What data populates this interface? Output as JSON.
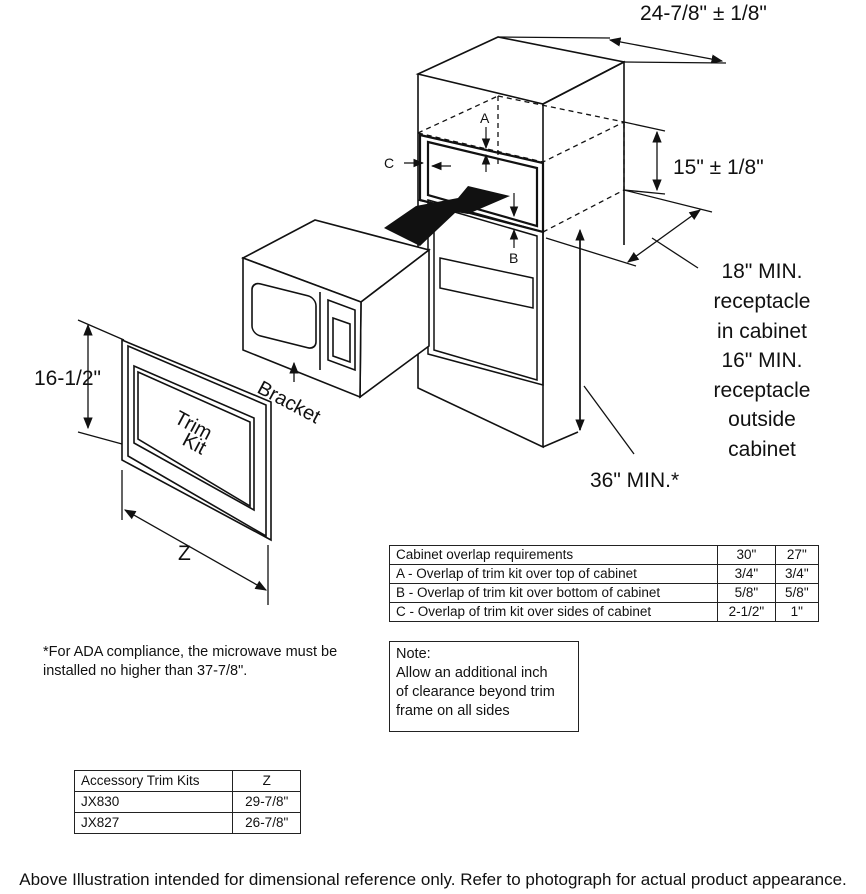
{
  "dimensions": {
    "cabinet_depth": "24-7/8\" ± 1/8\"",
    "opening_height": "15\" ± 1/8\"",
    "receptacle_note": [
      "18\" MIN.",
      "receptacle",
      "in cabinet",
      "16\" MIN.",
      "receptacle",
      "outside",
      "cabinet"
    ],
    "floor_height": "36\" MIN.*",
    "trim_height": "16-1/2\"",
    "trim_width": "Z"
  },
  "callouts": {
    "a": "A",
    "b": "B",
    "c": "C",
    "bracket": "Bracket",
    "trim_kit_line1": "Trim",
    "trim_kit_line2": "Kit"
  },
  "overlap_table": {
    "header": [
      "Cabinet overlap requirements",
      "30\"",
      "27\""
    ],
    "rows": [
      [
        "A - Overlap of trim kit over top of cabinet",
        "3/4\"",
        "3/4\""
      ],
      [
        "B - Overlap of trim kit over bottom of cabinet",
        "5/8\"",
        "5/8\""
      ],
      [
        "C - Overlap of trim kit over sides of cabinet",
        "2-1/2\"",
        "1\""
      ]
    ]
  },
  "note": {
    "title": "Note:",
    "lines": [
      "Allow an additional inch",
      "of clearance beyond trim",
      "frame on all sides"
    ]
  },
  "ada_note": {
    "line1": "*For ADA compliance, the microwave must be",
    "line2": "installed no higher than 37-7/8\"."
  },
  "trim_kit_table": {
    "header": [
      "Accessory Trim Kits",
      "Z"
    ],
    "rows": [
      [
        "JX830",
        "29-7/8\""
      ],
      [
        "JX827",
        "26-7/8\""
      ]
    ]
  },
  "footer": "Above Illustration intended for dimensional reference only. Refer to photograph for actual product appearance."
}
